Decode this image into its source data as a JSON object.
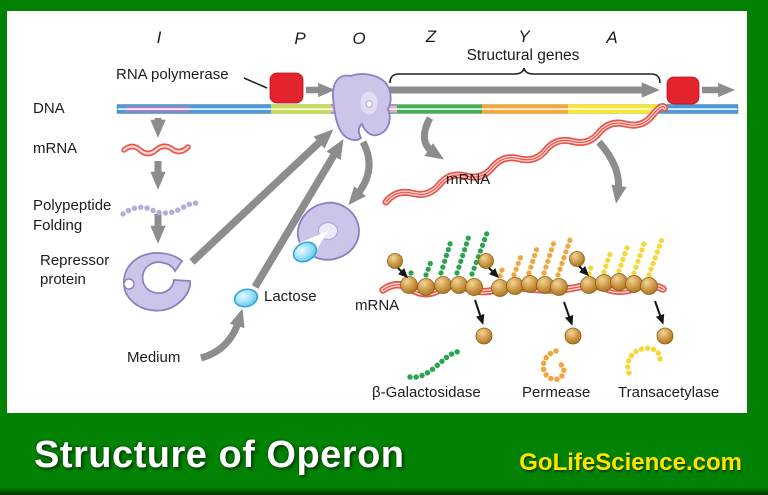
{
  "frame": {
    "green": "#028202",
    "canvas_bg": "#ffffff"
  },
  "top_labels": {
    "genes": [
      {
        "label": "I"
      },
      {
        "label": "P"
      },
      {
        "label": "O"
      },
      {
        "label": "Z"
      },
      {
        "label": "Y"
      },
      {
        "label": "A"
      }
    ],
    "structural_genes": "Structural genes",
    "rna_polymerase": "RNA polymerase"
  },
  "left_labels": {
    "dna": "DNA",
    "mrna": "mRNA",
    "polypeptide": "Polypeptide",
    "folding": "Folding",
    "repressor_line1": "Repressor",
    "repressor_line2": "protein",
    "lactose": "Lactose",
    "medium": "Medium"
  },
  "transcript_labels": {
    "mrna_structural": "mRNA",
    "mrna_translation": "mRNA"
  },
  "products": [
    {
      "name": "β-Galactosidase"
    },
    {
      "name": "Permease"
    },
    {
      "name": "Transacetylase"
    }
  ],
  "dna_segments": [
    {
      "name": "backbone",
      "color": "#4a9ae0"
    },
    {
      "name": "I gene",
      "color": "#9a84c6"
    },
    {
      "name": "P promoter",
      "color": "#c6dc52"
    },
    {
      "name": "O operator",
      "color": "#f0aac2"
    },
    {
      "name": "Z gene",
      "color": "#3cb154"
    },
    {
      "name": "Y gene",
      "color": "#f5a838"
    },
    {
      "name": "A gene",
      "color": "#f9e832"
    }
  ],
  "colors": {
    "rna_polymerase_red": "#e3232e",
    "arrow_gray": "#8d8d8d",
    "mrna_red": "#e8554c",
    "mrna_core": "#ffd9d4",
    "repressor_purple": "#cdc4e9",
    "lactose_blue": "#8edcf5",
    "ribosome_tan": "#c8913f",
    "chain_green": "#2aa44e",
    "chain_orange": "#f0a63c",
    "chain_yellow": "#f3d838",
    "polypeptide_purple": "#b7abdc",
    "site_yellow": "#ffe400"
  },
  "footer": {
    "title": "Structure of Operon",
    "site": "GoLifeScience.com"
  }
}
